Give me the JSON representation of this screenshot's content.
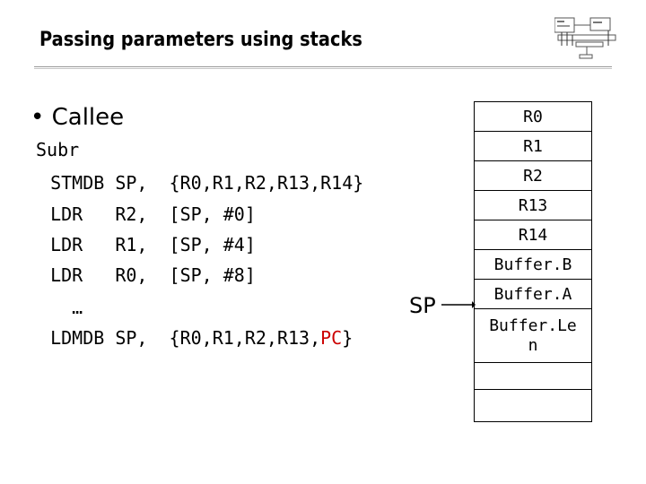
{
  "slide": {
    "title": "Passing parameters using stacks",
    "bullet_marker": "•",
    "bullet_text": "Callee"
  },
  "code": {
    "lines": [
      "Subr",
      "  STMDB SP,  {R0,R1,R2,R13,R14}",
      "  LDR   R2,  [SP, #0]",
      "  LDR   R1,  [SP, #4]",
      "  LDR   R0,  [SP, #8]",
      "    …",
      "  LDMDB SP,  {R0,R1,R2,R13,"
    ],
    "last_line_highlight": "PC",
    "last_line_tail": "}",
    "highlight_color": "#cc0000"
  },
  "stack": {
    "pointer_label": "SP",
    "cells": [
      "R0",
      "R1",
      "R2",
      "R13",
      "R14",
      "Buffer.B",
      "Buffer.A",
      "Buffer.Le\nn",
      ""
    ],
    "buffer_len_line1": "Buffer.Le",
    "buffer_len_line2": "n"
  }
}
